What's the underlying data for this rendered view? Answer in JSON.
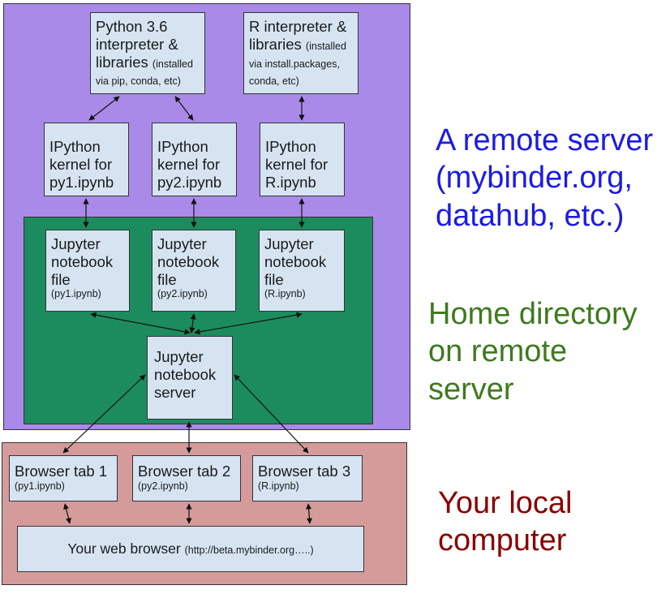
{
  "regions": {
    "server_label_lines": [
      "A remote server",
      "(mybinder.org,",
      "datahub, etc.)"
    ],
    "home_label_lines": [
      "Home directory",
      "on remote",
      "server"
    ],
    "local_label_lines": [
      "Your local",
      "computer"
    ]
  },
  "colors": {
    "server_bg": "#a98ae8",
    "home_bg": "#1c8c5e",
    "local_bg": "#d59b9b",
    "box_bg": "#d6e4f2",
    "server_label": "#1b1be6",
    "home_label": "#3e7a1f",
    "local_label": "#8b0000"
  },
  "interpreters": {
    "python": {
      "lines": [
        "Python 3.6",
        "interpreter &"
      ],
      "main_last": "libraries",
      "note": "(installed via pip, conda, etc)"
    },
    "r": {
      "lines": [
        "R interpreter &"
      ],
      "main_last": "libraries",
      "note": "(installed via install.packages, conda, etc)"
    }
  },
  "kernels": [
    {
      "lines": [
        "IPython",
        "kernel for",
        "py1.ipynb"
      ]
    },
    {
      "lines": [
        "IPython",
        "kernel for",
        "py2.ipynb"
      ]
    },
    {
      "lines": [
        "IPython",
        "kernel for",
        "R.ipynb"
      ]
    }
  ],
  "notebooks": [
    {
      "lines": [
        "Jupyter",
        "notebook",
        "file"
      ],
      "note": "(py1.ipynb)"
    },
    {
      "lines": [
        "Jupyter",
        "notebook",
        "file"
      ],
      "note": "(py2.ipynb)"
    },
    {
      "lines": [
        "Jupyter",
        "notebook",
        "file"
      ],
      "note": "(R.ipynb)"
    }
  ],
  "server": {
    "lines": [
      "Jupyter",
      "notebook",
      "server"
    ]
  },
  "tabs": [
    {
      "title": "Browser tab 1",
      "note": "(py1.ipynb)"
    },
    {
      "title": "Browser tab 2",
      "note": "(py2.ipynb)"
    },
    {
      "title": "Browser tab 3",
      "note": "(R.ipynb)"
    }
  ],
  "browser": {
    "title": "Your web browser",
    "note": "(http://beta.mybinder.org…..)"
  }
}
